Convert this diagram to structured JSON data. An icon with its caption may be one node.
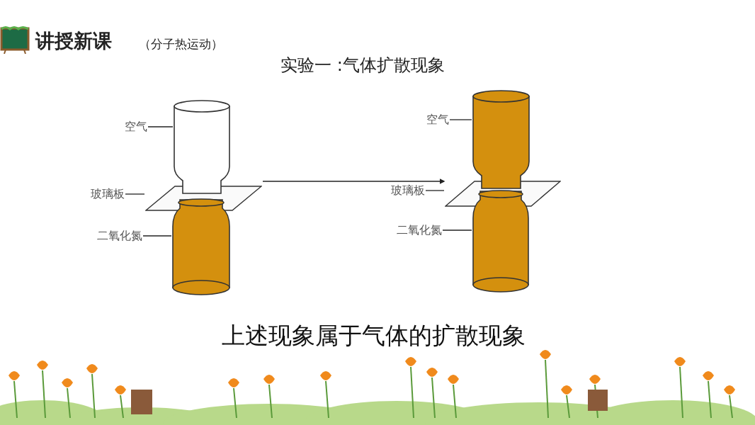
{
  "diagram": {
    "title": "讲授新课",
    "nodes": [
      {
        "text": [],
        "shape": "picture"
      },
      {
        "text": [
          "空气"
        ]
      },
      {
        "text": [],
        "shape": "bottle",
        "in": 0
      },
      {
        "text": [
          "玻璃板"
        ]
      },
      {
        "text": [],
        "shape": "plate",
        "in": 0
      },
      {
        "text": [
          "二氧化氮"
        ]
      },
      {
        "text": [],
        "shape": "bottle",
        "in": 0
      },
      {
        "text": [],
        "shape": "picture"
      },
      {
        "text": [
          "空气"
        ]
      },
      {
        "text": [],
        "shape": "bottle",
        "in": 7
      },
      {
        "text": [
          "玻璃板"
        ]
      },
      {
        "text": [],
        "shape": "plate",
        "in": 7
      },
      {
        "text": [
          "二氧化氮"
        ]
      },
      {
        "text": [],
        "shape": "bottle",
        "in": 7
      }
    ],
    "edges": [
      {
        "from": 1,
        "to": 2,
        "arrow": "none"
      },
      {
        "from": 3,
        "to": 4,
        "arrow": "none"
      },
      {
        "from": 5,
        "to": 6,
        "arrow": "none"
      },
      {
        "from": 8,
        "to": 9,
        "arrow": "none"
      },
      {
        "from": 10,
        "to": 11,
        "arrow": "none"
      },
      {
        "from": 12,
        "to": 13,
        "arrow": "none"
      },
      {
        "from": 0,
        "to": 7,
        "arrow": "to"
      }
    ],
    "labels": [
      "（分子热运动）",
      "实验一 :气体扩散现象",
      "上述现象属于气体的扩散现象"
    ]
  }
}
